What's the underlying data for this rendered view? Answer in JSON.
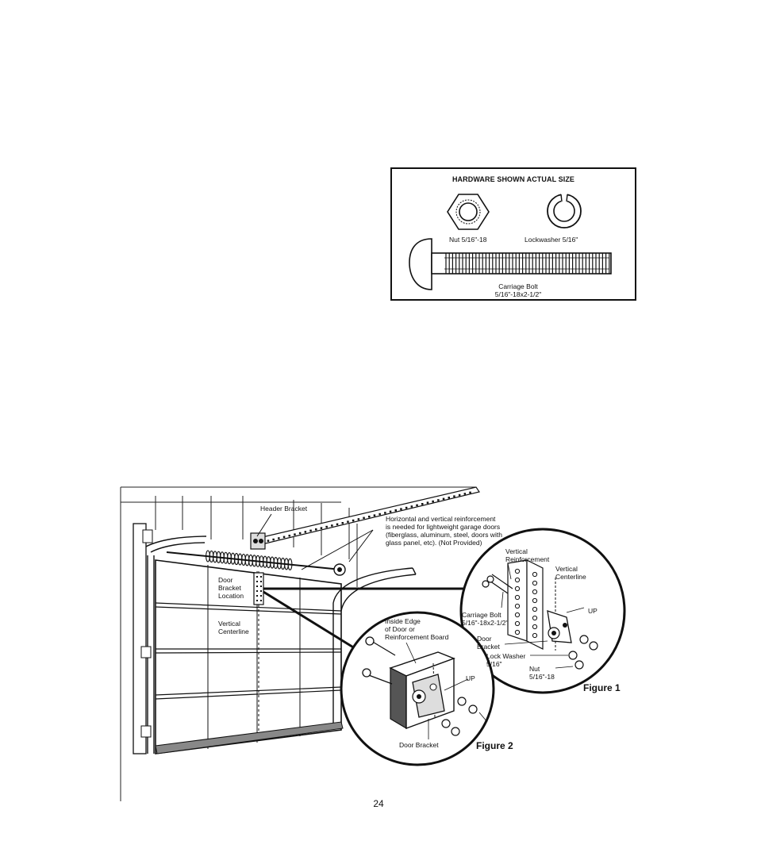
{
  "hardware_box": {
    "title": "HARDWARE SHOWN ACTUAL SIZE",
    "nut_label": "Nut 5/16\"-18",
    "lockwasher_label": "Lockwasher 5/16\"",
    "bolt_label_line1": "Carriage Bolt",
    "bolt_label_line2": "5/16\"-18x2-1/2\""
  },
  "figure": {
    "labels": {
      "header_bracket": "Header Bracket",
      "reinforcement_note_1": "Horizontal and vertical reinforcement",
      "reinforcement_note_2": "is needed for lightweight garage doors",
      "reinforcement_note_3": "(fiberglass, aluminum, steel, doors with",
      "reinforcement_note_4": "glass panel, etc). (Not Provided)",
      "door_bracket_location_1": "Door",
      "door_bracket_location_2": "Bracket",
      "door_bracket_location_3": "Location",
      "vertical_centerline_1": "Vertical",
      "vertical_centerline_2": "Centerline",
      "vert_reinf_1": "Vertical",
      "vert_reinf_2": "Reinforcement",
      "vert_center_1": "Vertical",
      "vert_center_2": "Centerline",
      "up_1": "UP",
      "carriage_bolt_1": "Carriage Bolt",
      "carriage_bolt_2": "5/16\"-18x2-1/2\"",
      "door_bracket_1": "Door",
      "door_bracket_2": "Bracket",
      "lock_washer_1": "Lock  Washer",
      "lock_washer_2": "5/16\"",
      "nut_1": "Nut",
      "nut_2": "5/16\"-18",
      "inside_edge_1": "Inside Edge",
      "inside_edge_2": "of Door or",
      "inside_edge_3": "Reinforcement Board",
      "up_2": "UP",
      "door_bracket_bottom": "Door Bracket"
    },
    "figure1": "Figure 1",
    "figure2": "Figure 2"
  },
  "page_number": "24"
}
